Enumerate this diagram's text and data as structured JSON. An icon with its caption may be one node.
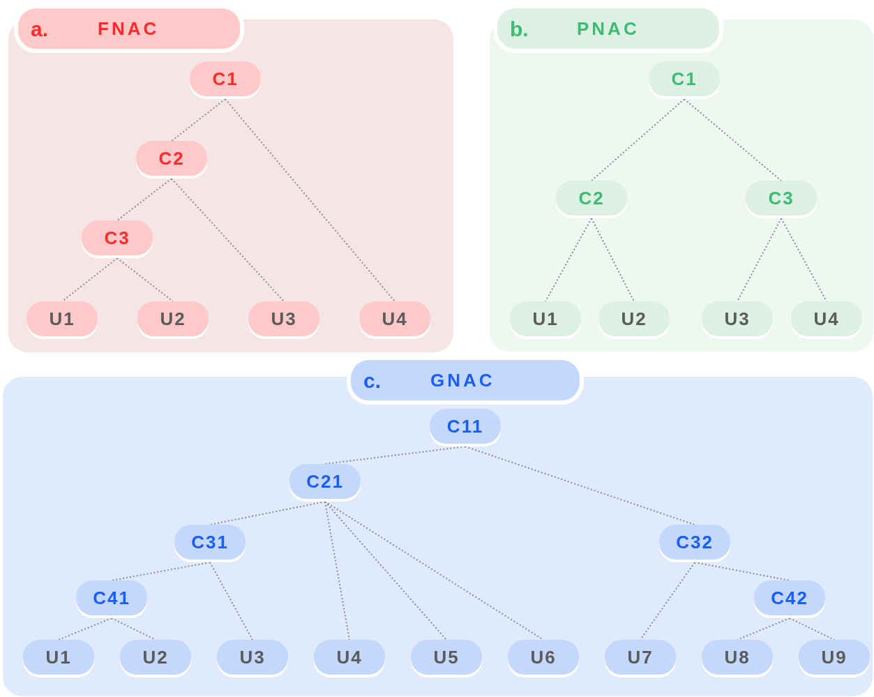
{
  "diagram": {
    "nodes": [
      {
        "text": [
          "a.",
          "FNAC"
        ]
      },
      {
        "text": [
          "C1"
        ],
        "in": 0
      },
      {
        "text": [
          "C2"
        ],
        "in": 0
      },
      {
        "text": [
          "C3"
        ],
        "in": 0
      },
      {
        "text": [
          "U1"
        ],
        "in": 0
      },
      {
        "text": [
          "U2"
        ],
        "in": 0
      },
      {
        "text": [
          "U3"
        ],
        "in": 0
      },
      {
        "text": [
          "U4"
        ],
        "in": 0
      },
      {
        "text": [
          "b.",
          "PNAC"
        ]
      },
      {
        "text": [
          "C1"
        ],
        "in": 8
      },
      {
        "text": [
          "C2"
        ],
        "in": 8
      },
      {
        "text": [
          "C3"
        ],
        "in": 8
      },
      {
        "text": [
          "U1"
        ],
        "in": 8
      },
      {
        "text": [
          "U2"
        ],
        "in": 8
      },
      {
        "text": [
          "U3"
        ],
        "in": 8
      },
      {
        "text": [
          "U4"
        ],
        "in": 8
      },
      {
        "text": [
          "c.",
          "GNAC"
        ]
      },
      {
        "text": [
          "C11"
        ],
        "in": 16
      },
      {
        "text": [
          "C21"
        ],
        "in": 16
      },
      {
        "text": [
          "C31"
        ],
        "in": 16
      },
      {
        "text": [
          "C32"
        ],
        "in": 16
      },
      {
        "text": [
          "C41"
        ],
        "in": 16
      },
      {
        "text": [
          "C42"
        ],
        "in": 16
      },
      {
        "text": [
          "U1"
        ],
        "in": 16
      },
      {
        "text": [
          "U2"
        ],
        "in": 16
      },
      {
        "text": [
          "U3"
        ],
        "in": 16
      },
      {
        "text": [
          "U4"
        ],
        "in": 16
      },
      {
        "text": [
          "U5"
        ],
        "in": 16
      },
      {
        "text": [
          "U6"
        ],
        "in": 16
      },
      {
        "text": [
          "U7"
        ],
        "in": 16
      },
      {
        "text": [
          "U8"
        ],
        "in": 16
      },
      {
        "text": [
          "U9"
        ],
        "in": 16
      }
    ],
    "edges": [
      {
        "from": 1,
        "to": 2,
        "arrow": "none",
        "style": "dashed"
      },
      {
        "from": 1,
        "to": 7,
        "arrow": "none",
        "style": "dashed"
      },
      {
        "from": 2,
        "to": 3,
        "arrow": "none",
        "style": "dashed"
      },
      {
        "from": 2,
        "to": 6,
        "arrow": "none",
        "style": "dashed"
      },
      {
        "from": 3,
        "to": 4,
        "arrow": "none",
        "style": "dashed"
      },
      {
        "from": 3,
        "to": 5,
        "arrow": "none",
        "style": "dashed"
      },
      {
        "from": 9,
        "to": 10,
        "arrow": "none",
        "style": "dashed"
      },
      {
        "from": 9,
        "to": 11,
        "arrow": "none",
        "style": "dashed"
      },
      {
        "from": 10,
        "to": 12,
        "arrow": "none",
        "style": "dashed"
      },
      {
        "from": 10,
        "to": 13,
        "arrow": "none",
        "style": "dashed"
      },
      {
        "from": 11,
        "to": 14,
        "arrow": "none",
        "style": "dashed"
      },
      {
        "from": 11,
        "to": 15,
        "arrow": "none",
        "style": "dashed"
      },
      {
        "from": 17,
        "to": 18,
        "arrow": "none",
        "style": "dashed"
      },
      {
        "from": 17,
        "to": 20,
        "arrow": "none",
        "style": "dashed"
      },
      {
        "from": 18,
        "to": 19,
        "arrow": "none",
        "style": "dashed"
      },
      {
        "from": 18,
        "to": 26,
        "arrow": "none",
        "style": "dashed"
      },
      {
        "from": 18,
        "to": 27,
        "arrow": "none",
        "style": "dashed"
      },
      {
        "from": 18,
        "to": 28,
        "arrow": "none",
        "style": "dashed"
      },
      {
        "from": 19,
        "to": 21,
        "arrow": "none",
        "style": "dashed"
      },
      {
        "from": 19,
        "to": 25,
        "arrow": "none",
        "style": "dashed"
      },
      {
        "from": 21,
        "to": 23,
        "arrow": "none",
        "style": "dashed"
      },
      {
        "from": 21,
        "to": 24,
        "arrow": "none",
        "style": "dashed"
      },
      {
        "from": 20,
        "to": 29,
        "arrow": "none",
        "style": "dashed"
      },
      {
        "from": 20,
        "to": 22,
        "arrow": "none",
        "style": "dashed"
      },
      {
        "from": 22,
        "to": 30,
        "arrow": "none",
        "style": "dashed"
      },
      {
        "from": 22,
        "to": 31,
        "arrow": "none",
        "style": "dashed"
      }
    ]
  }
}
